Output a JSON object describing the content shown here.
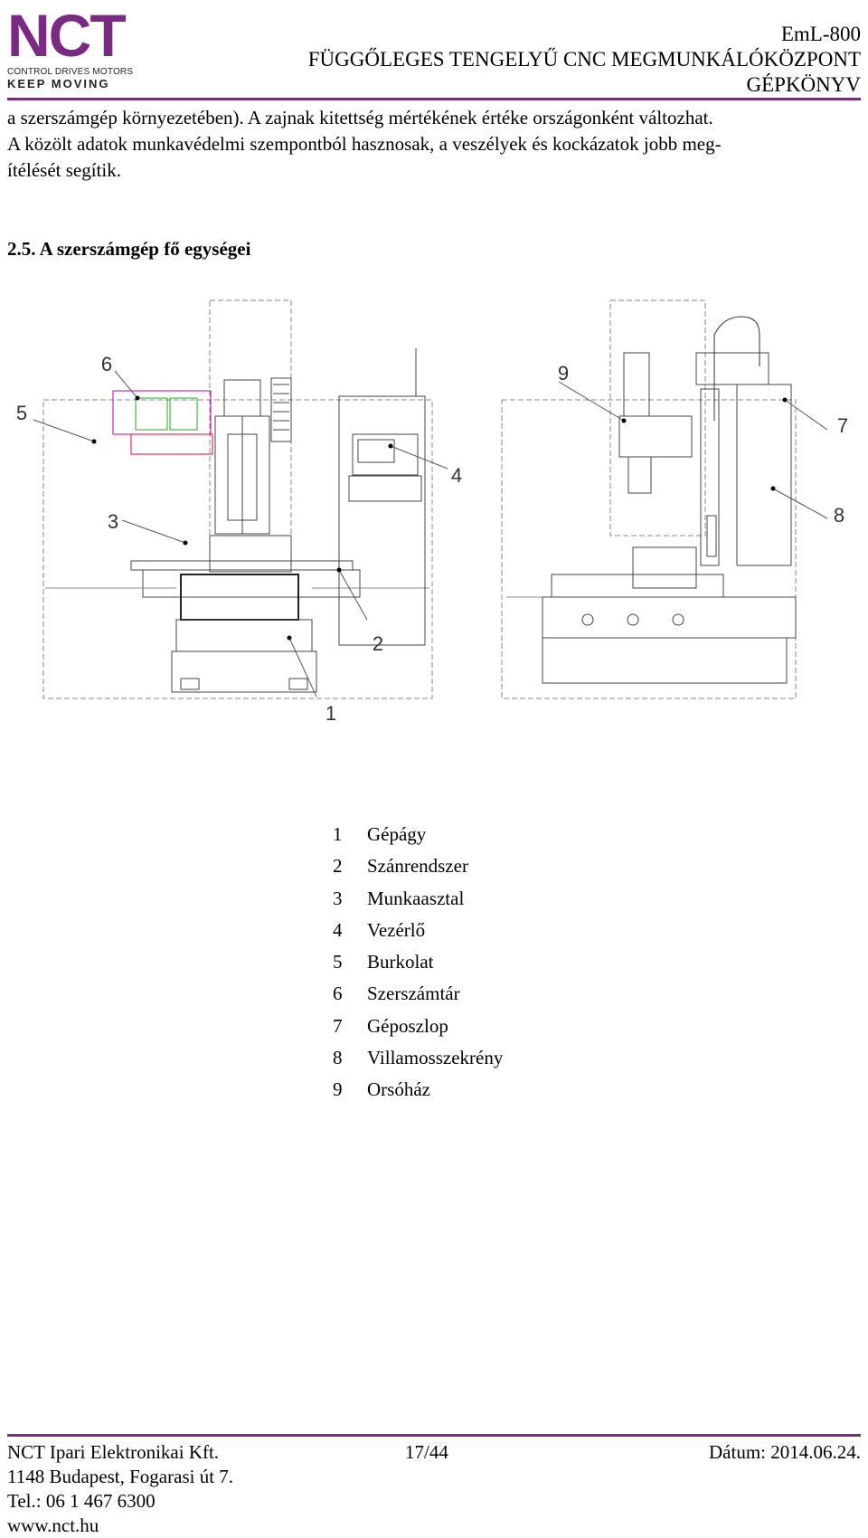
{
  "header": {
    "logo_text": "NCT",
    "logo_line1": "CONTROL DRIVES MOTORS",
    "logo_line2": "KEEP MOVING",
    "model": "EmL-800",
    "title_line1": "FÜGGŐLEGES TENGELYŰ CNC MEGMUNKÁLÓKÖZPONT",
    "title_line2": "GÉPKÖNYV",
    "accent_color": "#7a2a82"
  },
  "intro": {
    "line1": "a szerszámgép környezetében). A zajnak kitettség mértékének értéke országonként változhat.",
    "line2": "A közölt adatok munkavédelmi szempontból hasznosak, a veszélyek és kockázatok jobb meg-",
    "line3": "ítélését segítik."
  },
  "section_title": "2.5. A szerszámgép fő egységei",
  "diagram": {
    "callouts": [
      "1",
      "2",
      "3",
      "4",
      "5",
      "6",
      "7",
      "8",
      "9"
    ]
  },
  "legend": [
    {
      "num": "1",
      "label": "Gépágy"
    },
    {
      "num": "2",
      "label": "Szánrendszer"
    },
    {
      "num": "3",
      "label": "Munkaasztal"
    },
    {
      "num": "4",
      "label": "Vezérlő"
    },
    {
      "num": "5",
      "label": "Burkolat"
    },
    {
      "num": "6",
      "label": "Szerszámtár"
    },
    {
      "num": "7",
      "label": "Géposzlop"
    },
    {
      "num": "8",
      "label": "Villamosszekrény"
    },
    {
      "num": "9",
      "label": "Orsóház"
    }
  ],
  "footer": {
    "company": "NCT Ipari Elektronikai Kft.",
    "page": "17/44",
    "date": "Dátum: 2014.06.24.",
    "address": "1148 Budapest, Fogarasi út 7.",
    "phone": "Tel.: 06 1 467 6300",
    "web": "www.nct.hu"
  }
}
